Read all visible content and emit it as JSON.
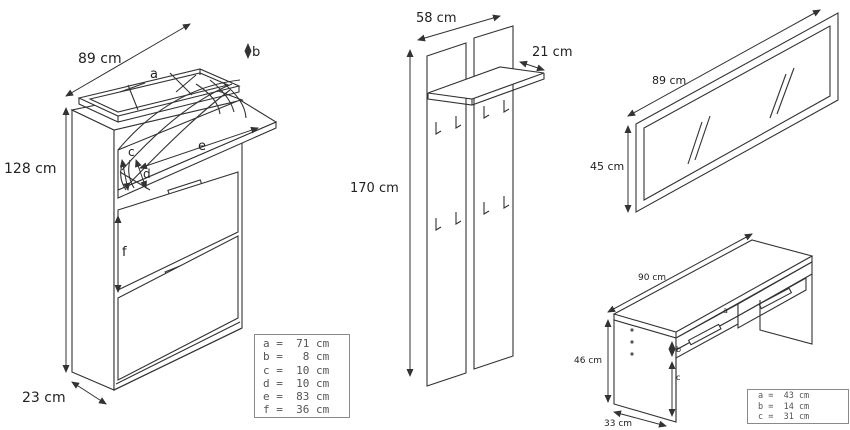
{
  "shoe_cabinet": {
    "width": "89 cm",
    "height": "128 cm",
    "depth": "23 cm",
    "labels": {
      "a": "a",
      "b": "b",
      "c": "c",
      "d": "d",
      "e": "e",
      "f": "f"
    },
    "legend": [
      {
        "key": "a",
        "value": "71 cm"
      },
      {
        "key": "b",
        "value": "8 cm"
      },
      {
        "key": "c",
        "value": "10 cm"
      },
      {
        "key": "d",
        "value": "10 cm"
      },
      {
        "key": "e",
        "value": "83 cm"
      },
      {
        "key": "f",
        "value": "36 cm"
      }
    ]
  },
  "coat_rack": {
    "width": "58 cm",
    "shelf_depth": "21 cm",
    "height": "170 cm"
  },
  "mirror": {
    "width": "89 cm",
    "height": "45 cm"
  },
  "bench": {
    "width": "90 cm",
    "height": "46 cm",
    "depth": "33 cm",
    "labels": {
      "a": "a",
      "b": "b",
      "c": "c"
    },
    "legend": [
      {
        "key": "a",
        "value": "43 cm"
      },
      {
        "key": "b",
        "value": "14 cm"
      },
      {
        "key": "c",
        "value": "31 cm"
      }
    ]
  }
}
